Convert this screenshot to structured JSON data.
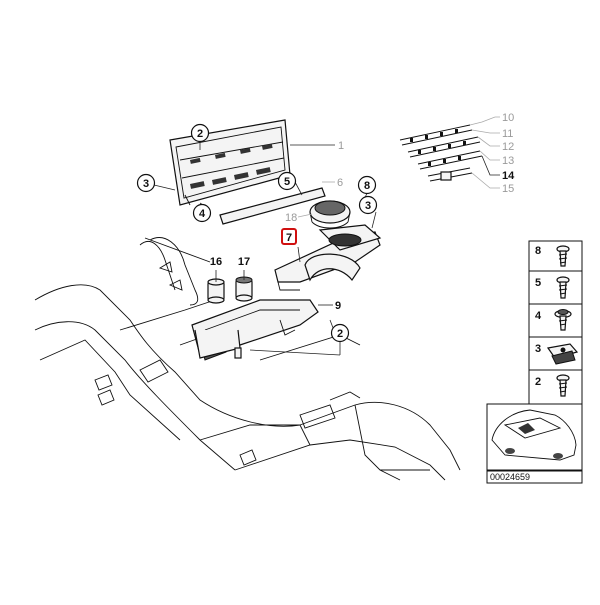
{
  "callouts": {
    "c1": "1",
    "c2_top": "2",
    "c3_left": "3",
    "c4": "4",
    "c5": "5",
    "c6": "6",
    "c8": "8",
    "c3_right": "3",
    "c18": "18",
    "c7": "7",
    "c16": "16",
    "c17": "17",
    "c9": "9",
    "c2_bottom": "2",
    "c10": "10",
    "c11": "11",
    "c12": "12",
    "c13": "13",
    "c14": "14",
    "c15": "15"
  },
  "fasteners": [
    "8",
    "5",
    "4",
    "3",
    "2"
  ],
  "diagram_id": "00024659",
  "colors": {
    "highlight": "#d01010",
    "grey_label": "#9a9a9a"
  }
}
